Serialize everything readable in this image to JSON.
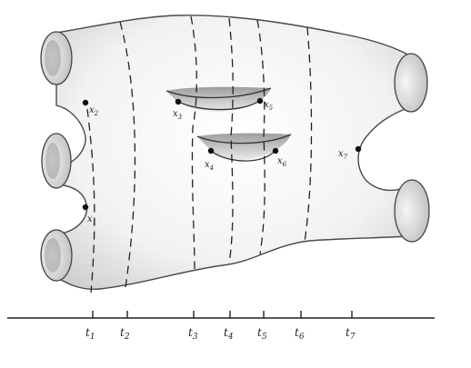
{
  "critical_points": [
    {
      "id": "x1",
      "label": "x",
      "sub": "1"
    },
    {
      "id": "x2",
      "label": "x",
      "sub": "2"
    },
    {
      "id": "x3",
      "label": "x",
      "sub": "3"
    },
    {
      "id": "x4",
      "label": "x",
      "sub": "4"
    },
    {
      "id": "x5",
      "label": "x",
      "sub": "5"
    },
    {
      "id": "x6",
      "label": "x",
      "sub": "6"
    },
    {
      "id": "x7",
      "label": "x",
      "sub": "7"
    }
  ],
  "axis_ticks": [
    {
      "label": "t",
      "sub": "1"
    },
    {
      "label": "t",
      "sub": "2"
    },
    {
      "label": "t",
      "sub": "3"
    },
    {
      "label": "t",
      "sub": "4"
    },
    {
      "label": "t",
      "sub": "5"
    },
    {
      "label": "t",
      "sub": "6"
    },
    {
      "label": "t",
      "sub": "7"
    }
  ]
}
